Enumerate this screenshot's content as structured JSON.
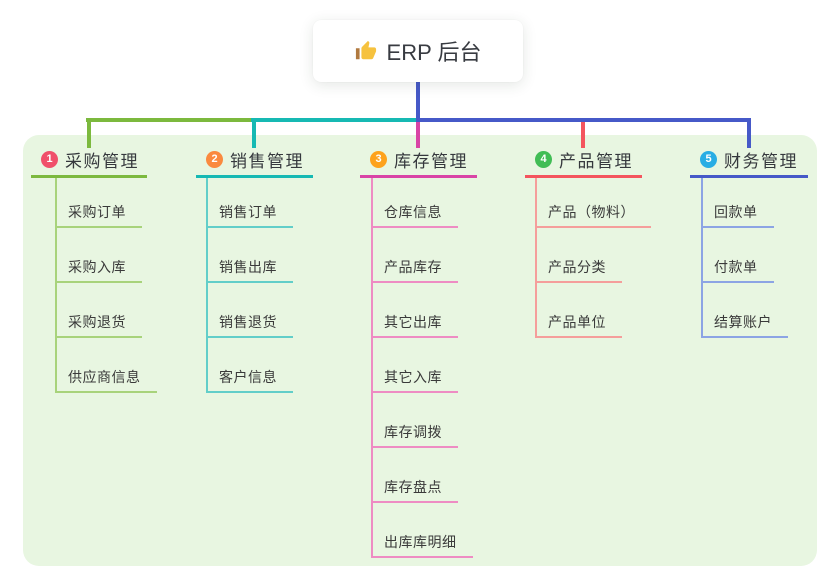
{
  "root": {
    "label": "ERP 后台",
    "icon": "thumbs-up-icon"
  },
  "colors": {
    "canvas_bg": "#ffffff",
    "panel_bg": "#e8f6e1",
    "root_line": "#4659c8",
    "text": "#383b41"
  },
  "branches": [
    {
      "badge": "1",
      "label": "采购管理",
      "badge_color": "#f0506a",
      "line_color": "#7cb93e",
      "child_line_color": "#a8d37b",
      "children": [
        "采购订单",
        "采购入库",
        "采购退货",
        "供应商信息"
      ]
    },
    {
      "badge": "2",
      "label": "销售管理",
      "badge_color": "#fa8a3f",
      "line_color": "#16b9b3",
      "child_line_color": "#62cec9",
      "children": [
        "销售订单",
        "销售出库",
        "销售退货",
        "客户信息"
      ]
    },
    {
      "badge": "3",
      "label": "库存管理",
      "badge_color": "#fda21c",
      "line_color": "#d944a6",
      "child_line_color": "#ee8cc3",
      "children": [
        "仓库信息",
        "产品库存",
        "其它出库",
        "其它入库",
        "库存调拨",
        "库存盘点",
        "出库库明细"
      ]
    },
    {
      "badge": "4",
      "label": "产品管理",
      "badge_color": "#41bd55",
      "line_color": "#f4555e",
      "child_line_color": "#f59e9b",
      "children": [
        "产品（物料）",
        "产品分类",
        "产品单位"
      ]
    },
    {
      "badge": "5",
      "label": "财务管理",
      "badge_color": "#28ade4",
      "line_color": "#4659c8",
      "child_line_color": "#8ca4e4",
      "children": [
        "回款单",
        "付款单",
        "结算账户"
      ]
    }
  ]
}
